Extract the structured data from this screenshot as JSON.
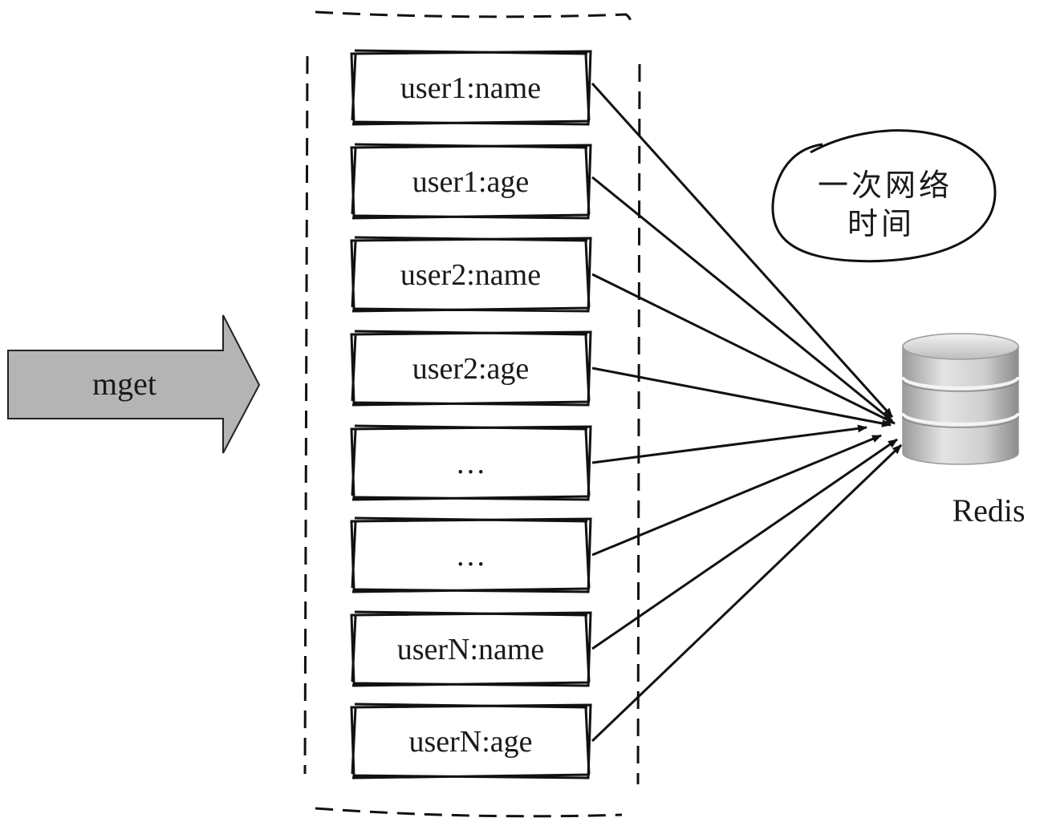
{
  "command": {
    "label": "mget"
  },
  "keys": [
    "user1:name",
    "user1:age",
    "user2:name",
    "user2:age",
    "…",
    "…",
    "userN:name",
    "userN:age"
  ],
  "note": {
    "line1": "一次网络",
    "line2": "时间"
  },
  "database": {
    "label": "Redis",
    "icon": "database-icon"
  },
  "colors": {
    "arrow_fill": "#b4b4b4",
    "stroke": "#111111",
    "db_body": "#d9d9d9"
  }
}
